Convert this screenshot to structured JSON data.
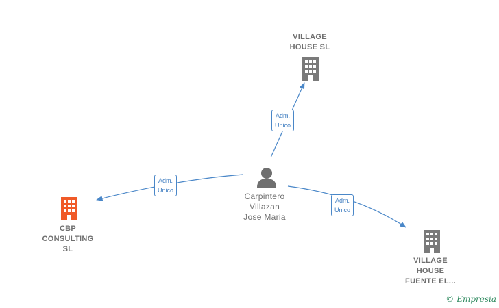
{
  "nodes": {
    "person": {
      "label": "Carpintero\nVillazan\nJose Maria",
      "icon": "person-icon",
      "color": "#6f6f6f"
    },
    "village_house": {
      "label": "VILLAGE\nHOUSE  SL",
      "icon": "building-icon",
      "color": "#7a7a7a"
    },
    "cbp": {
      "label": "CBP\nCONSULTING\nSL",
      "icon": "building-icon",
      "color": "#f05a28"
    },
    "village_house_fuente": {
      "label": "VILLAGE\nHOUSE\nFUENTE EL...",
      "icon": "building-icon",
      "color": "#7a7a7a"
    }
  },
  "edges": [
    {
      "from": "person",
      "to": "village_house",
      "label": "Adm.\nUnico"
    },
    {
      "from": "person",
      "to": "cbp",
      "label": "Adm.\nUnico"
    },
    {
      "from": "person",
      "to": "village_house_fuente",
      "label": "Adm.\nUnico"
    }
  ],
  "colors": {
    "edge": "#4a87c8"
  },
  "watermark": {
    "copyright": "©",
    "brand": "Empresia"
  }
}
